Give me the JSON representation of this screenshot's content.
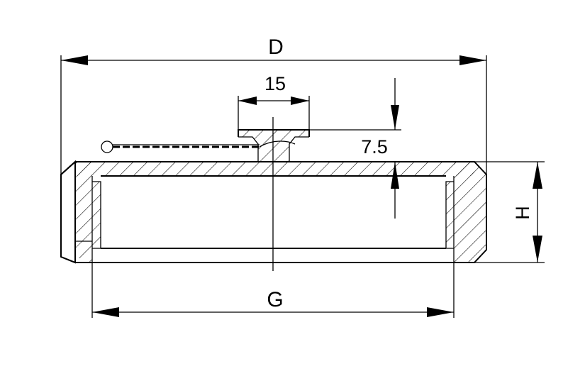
{
  "labels": {
    "diameter": "D",
    "pin_width": "15",
    "pin_offset": "7.5",
    "height": "H",
    "thread": "G"
  },
  "colors": {
    "line": "#000000",
    "background": "#ffffff"
  }
}
